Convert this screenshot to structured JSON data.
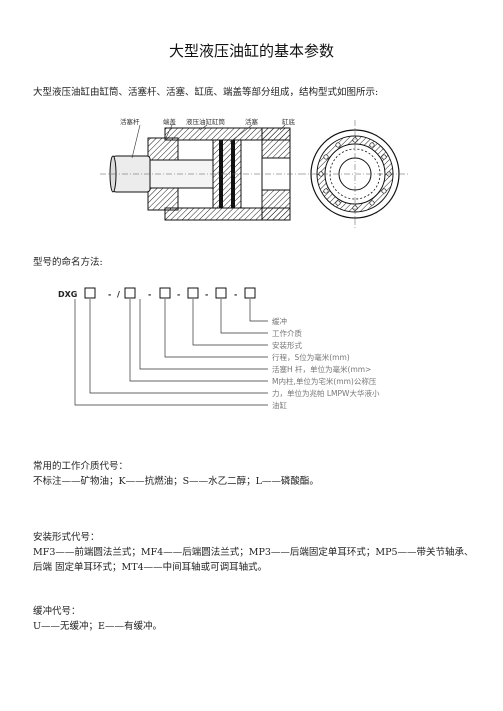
{
  "title": "大型液压油缸的基本参数",
  "intro": "大型液压油缸由缸筒、活塞杆、活塞、缸底、端盖等部分组成，结构型式如图所示:",
  "figure_labels": {
    "rod": "活塞杆",
    "end_cap": "端盖",
    "tube": "液压油缸缸筒",
    "piston": "活塞",
    "bottom": "缸底"
  },
  "naming_heading": "型号的命名方法:",
  "model_code": {
    "prefix": "DXG",
    "separators": [
      "-",
      "/",
      "-",
      "-",
      "-",
      "-"
    ],
    "legend": [
      "缓冲",
      "工作介质",
      "安装形式",
      "行程，S位为毫米(mm)",
      "活塞H 杆，单位为毫米(mm>",
      "M内柱,单位为宅米(mm)公称压",
      "力，单位为兆帕 LMPW大华液小",
      "油缸"
    ]
  },
  "medium_heading": "常用的工作介质代号：",
  "medium_body": "不标注——矿物油；K——抗燃油；S——水乙二醇；L——磷酸酯。",
  "mount_heading": "安装形式代号：",
  "mount_body": "MF3——前端圆法兰式；MF4——后端圆法兰式；MP3——后端固定单耳环式；MP5——带关节轴承、后端 固定单耳环式；MT4——中间耳轴或可调耳轴式。",
  "buffer_heading": "缓冲代号：",
  "buffer_body": "U——无缓冲；E——有缓冲。"
}
